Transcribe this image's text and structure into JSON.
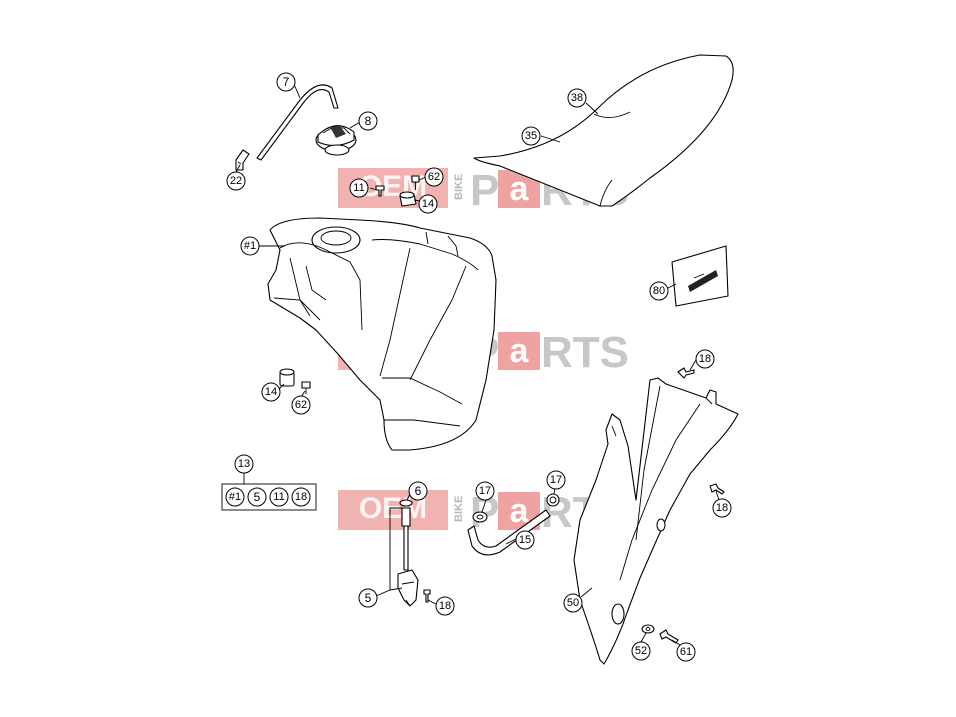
{
  "watermark": {
    "oem": "OEM",
    "bike": "BIKE",
    "p": "P",
    "a": "a",
    "rts": "RTS"
  },
  "callouts": {
    "c7": "7",
    "c8": "8",
    "c22": "22",
    "c11": "11",
    "c62a": "62",
    "c14a": "14",
    "c38": "38",
    "c35": "35",
    "c1": "#1",
    "c80": "80",
    "c18a": "18",
    "c14b": "14",
    "c62b": "62",
    "c13": "13",
    "c6": "6",
    "c17a": "17",
    "c17b": "17",
    "c15": "15",
    "c18b": "18",
    "c5": "5",
    "c18c": "18",
    "c50": "50",
    "c52": "52",
    "c61": "61"
  },
  "kit13": {
    "items": [
      "#1",
      "5",
      "11",
      "18"
    ]
  }
}
